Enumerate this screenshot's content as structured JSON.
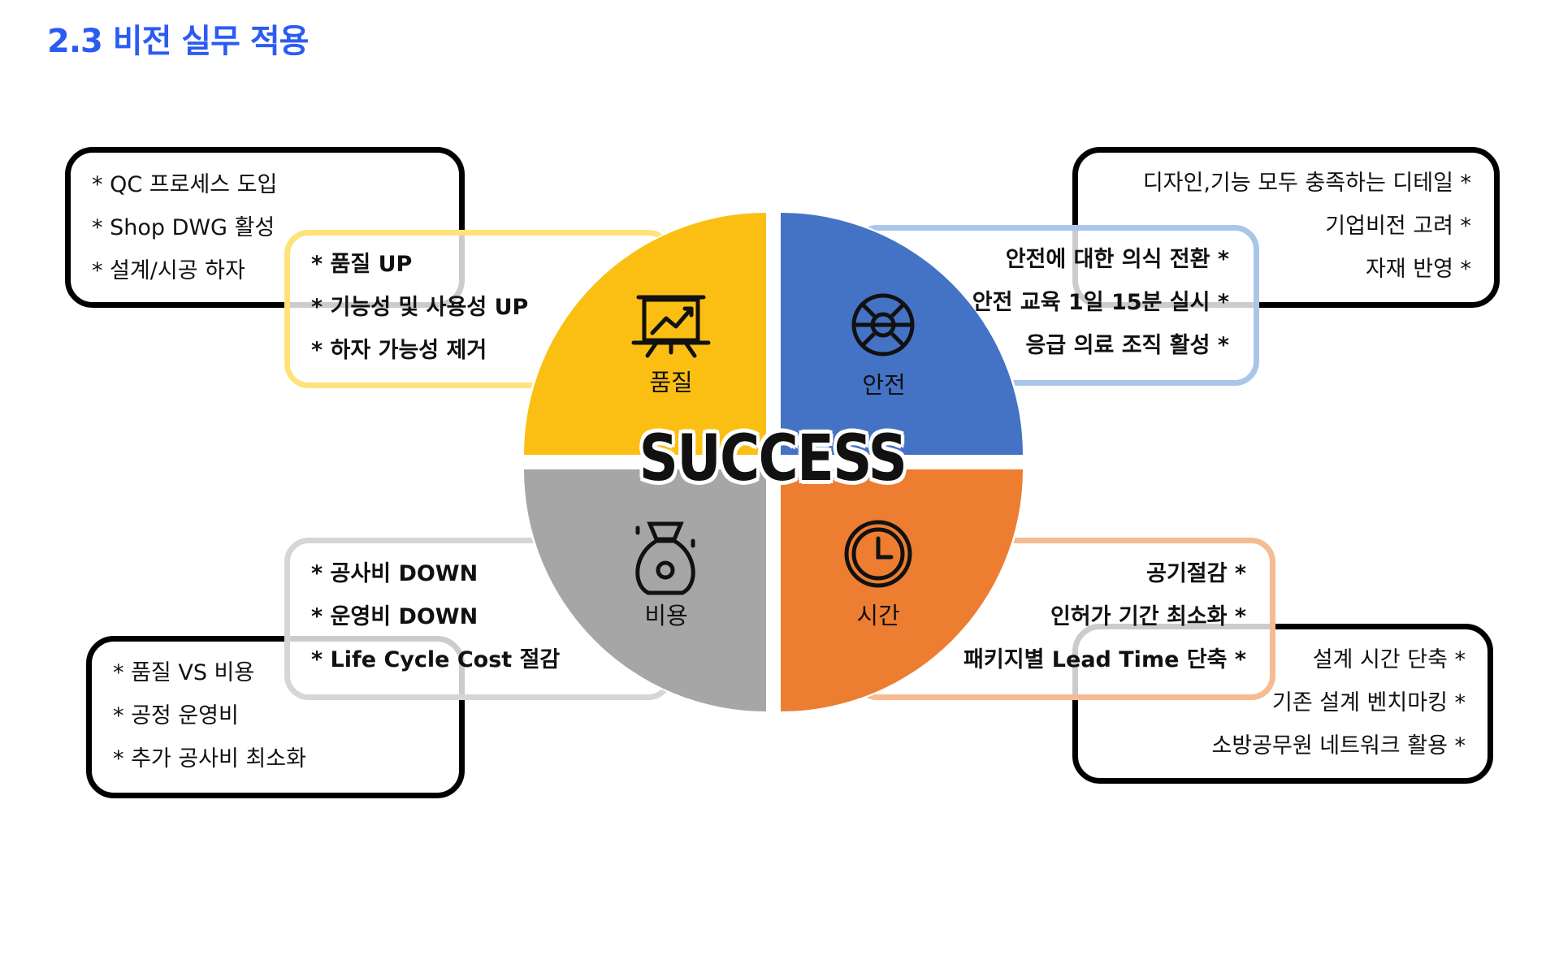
{
  "page": {
    "title": "2.3 비전 실무 적용"
  },
  "center": {
    "label": "SUCCESS"
  },
  "segments": {
    "quality": {
      "label": "품질",
      "color": "#fbbf13",
      "icon": "presentation-chart-icon"
    },
    "safety": {
      "label": "안전",
      "color": "#4472c4",
      "icon": "lifebuoy-icon"
    },
    "cost": {
      "label": "비용",
      "color": "#a6a6a6",
      "icon": "money-bag-icon"
    },
    "time": {
      "label": "시간",
      "color": "#ed7d31",
      "icon": "clock-icon"
    }
  },
  "boxes": {
    "quality_outer": [
      "* QC 프로세스 도입",
      "* Shop DWG 활성",
      "* 설계/시공 하자"
    ],
    "quality_inner": [
      "* 품질 UP",
      "* 기능성 및 사용성 UP",
      "* 하자 가능성 제거"
    ],
    "safety_outer": [
      "디자인,기능 모두 충족하는 디테일 *",
      "기업비전 고려 *",
      "자재  반영 *"
    ],
    "safety_inner": [
      "안전에 대한 의식 전환 *",
      "안전 교육 1일 15분 실시 *",
      "응급 의료 조직 활성 *"
    ],
    "cost_inner": [
      "* 공사비 DOWN",
      "* 운영비 DOWN",
      "* Life Cycle Cost 절감"
    ],
    "cost_outer": [
      "* 품질 VS 비용",
      "* 공정 운영비",
      "* 추가 공사비 최소화"
    ],
    "time_inner": [
      "공기절감 *",
      "인허가 기간 최소화 *",
      "패키지별 Lead Time 단축 *"
    ],
    "time_outer": [
      "설계 시간 단축 *",
      "기존 설계 벤치마킹 *",
      "소방공무원 네트워크 활용 *"
    ]
  },
  "colors": {
    "quality_border": "#ffe27a",
    "safety_border": "#a9c6e8",
    "cost_border": "#d6d6d6",
    "time_border": "#f6bb92"
  }
}
